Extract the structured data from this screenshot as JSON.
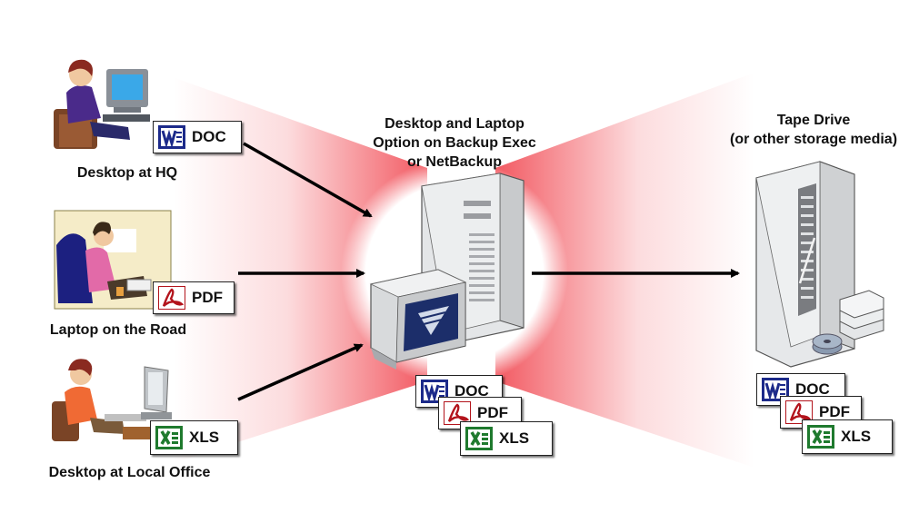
{
  "sources": [
    {
      "id": "hq",
      "label": "Desktop at HQ",
      "file": {
        "type": "doc",
        "text": "DOC"
      }
    },
    {
      "id": "road",
      "label": "Laptop on the Road",
      "file": {
        "type": "pdf",
        "text": "PDF"
      }
    },
    {
      "id": "local",
      "label": "Desktop at Local Office",
      "file": {
        "type": "xls",
        "text": "XLS"
      }
    }
  ],
  "server": {
    "label_lines": [
      "Desktop and Laptop",
      "Option on Backup Exec",
      "or NetBackup"
    ],
    "files": [
      {
        "type": "doc",
        "text": "DOC"
      },
      {
        "type": "pdf",
        "text": "PDF"
      },
      {
        "type": "xls",
        "text": "XLS"
      }
    ]
  },
  "storage": {
    "label_lines": [
      "Tape Drive",
      "(or other storage media)"
    ],
    "files": [
      {
        "type": "doc",
        "text": "DOC"
      },
      {
        "type": "pdf",
        "text": "PDF"
      },
      {
        "type": "xls",
        "text": "XLS"
      }
    ]
  },
  "colors": {
    "glow": "#f03c46",
    "doc_icon": "#1c2a8a",
    "pdf_icon": "#b3141c",
    "xls_icon": "#1f7a2e",
    "arrow": "#000000"
  },
  "icons": {
    "doc": "word-doc-icon",
    "pdf": "acrobat-pdf-icon",
    "xls": "excel-xls-icon"
  }
}
